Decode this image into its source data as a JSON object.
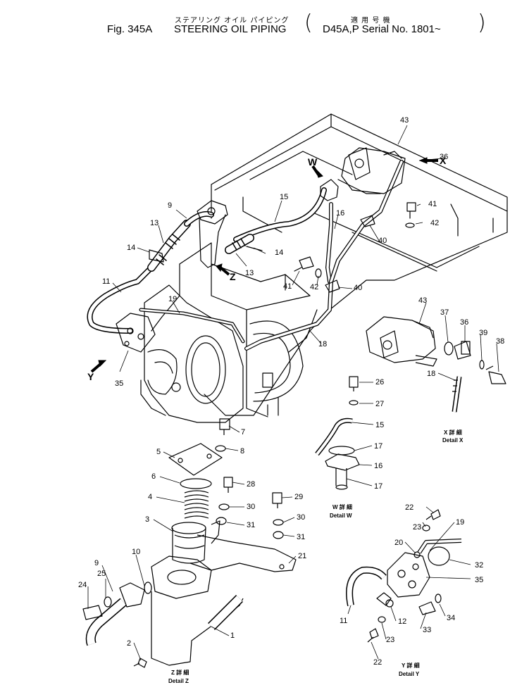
{
  "header": {
    "title_jp": "ステアリング オイル パイピング",
    "fig_label": "Fig. 345A",
    "title_en": "STEERING OIL PIPING",
    "serial_jp": "適 用 号 機",
    "serial_en": "D45A,P Serial No. 1801~"
  },
  "details": {
    "x": {
      "jp": "X 詳 細",
      "en": "Detail X"
    },
    "w": {
      "jp": "W 詳 細",
      "en": "Detail W"
    },
    "y": {
      "jp": "Y 詳 細",
      "en": "Detail Y"
    },
    "z": {
      "jp": "Z 詳 細",
      "en": "Detail Z"
    }
  },
  "view_markers": [
    "W",
    "X",
    "Y",
    "Z"
  ],
  "part_numbers": {
    "p43a": "43",
    "p36a": "36",
    "p15a": "15",
    "p16a": "16",
    "p41a": "41",
    "p42a": "42",
    "p40a": "40",
    "p9a": "9",
    "p13a": "13",
    "p14a": "14",
    "p13b": "13",
    "p14b": "14",
    "p41b": "41",
    "p42b": "42",
    "p40b": "40",
    "p11a": "11",
    "p19a": "19",
    "p18a": "18",
    "p35a": "35",
    "p43b": "43",
    "p37": "37",
    "p36b": "36",
    "p39": "39",
    "p38": "38",
    "p18b": "18",
    "p26": "26",
    "p27": "27",
    "p15b": "15",
    "p17a": "17",
    "p16b": "16",
    "p17b": "17",
    "p7": "7",
    "p8": "8",
    "p5": "5",
    "p6": "6",
    "p4": "4",
    "p3": "3",
    "p28": "28",
    "p29": "29",
    "p30a": "30",
    "p30b": "30",
    "p31a": "31",
    "p31b": "31",
    "p21": "21",
    "p10": "10",
    "p9b": "9",
    "p25": "25",
    "p24": "24",
    "p2": "2",
    "p1": "1",
    "p22a": "22",
    "p19b": "19",
    "p23a": "23",
    "p20": "20",
    "p32": "32",
    "p35b": "35",
    "p11b": "11",
    "p12": "12",
    "p33": "33",
    "p34": "34",
    "p23b": "23",
    "p22b": "22"
  }
}
